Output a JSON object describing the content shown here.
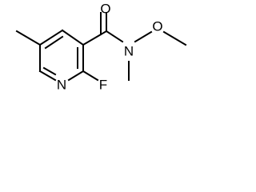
{
  "molecule": {
    "atoms": {
      "oxygen_carbonyl": "O",
      "nitrogen_amide": "N",
      "oxygen_methoxy": "O",
      "nitrogen_ring": "N",
      "fluorine": "F"
    }
  }
}
